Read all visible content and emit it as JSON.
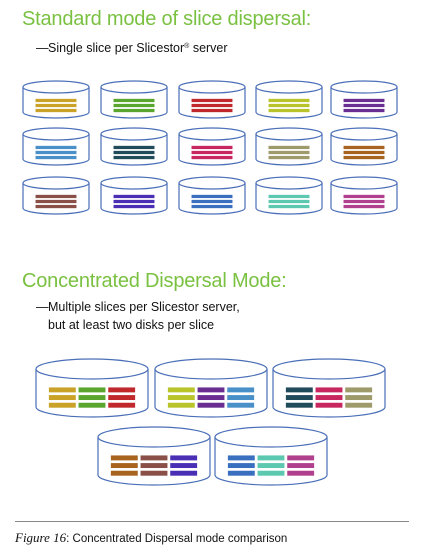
{
  "diagram": {
    "heading_standard": "Standard mode of slice dispersal:",
    "bullet_standard": "Single slice per Slicestor",
    "bullet_standard_tail": " server",
    "registered_mark": "®",
    "heading_concentrated": "Concentrated Dispersal Mode:",
    "bullet_concentrated_line1": "Multiple slices per Slicestor server,",
    "bullet_concentrated_line2": "but at least two disks per slice",
    "dash": "—",
    "caption_label": "Figure 16",
    "caption_text": ": Concentrated Dispersal mode comparison"
  },
  "colors": {
    "heading": "#7ac142",
    "disk_outline": "#4a6fb8",
    "disk_fill": "#ffffff"
  },
  "standard_disks": [
    [
      "#c9a227"
    ],
    [
      "#5aa52e"
    ],
    [
      "#c0282c"
    ],
    [
      "#b9c42a"
    ],
    [
      "#6a2d91"
    ],
    [
      "#4a90c8"
    ],
    [
      "#1f4b5a"
    ],
    [
      "#c8265e"
    ],
    [
      "#9e9a6a"
    ],
    [
      "#a8641e"
    ],
    [
      "#8a5048"
    ],
    [
      "#4a2fb5"
    ],
    [
      "#3a6fc0"
    ],
    [
      "#5cc8b0"
    ],
    [
      "#b0408e"
    ]
  ],
  "concentrated_disks": [
    [
      "#c9a227",
      "#5aa52e",
      "#c0282c"
    ],
    [
      "#b9c42a",
      "#6a2d91",
      "#4a90c8"
    ],
    [
      "#1f4b5a",
      "#c8265e",
      "#9e9a6a"
    ],
    [
      "#a8641e",
      "#8a5048",
      "#4a2fb5"
    ],
    [
      "#3a6fc0",
      "#5cc8b0",
      "#b0408e"
    ]
  ]
}
